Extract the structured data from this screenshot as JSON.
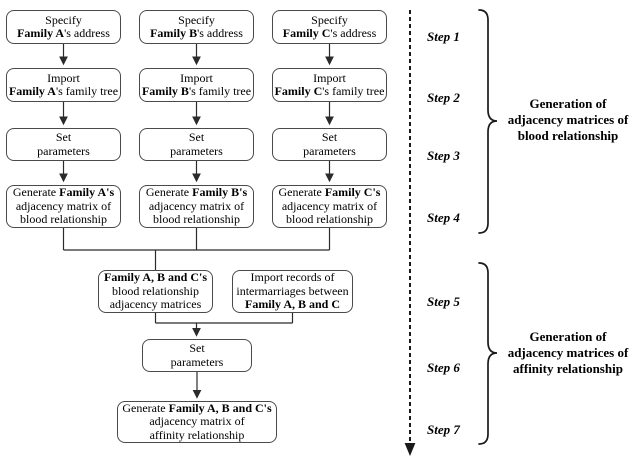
{
  "diagram": {
    "title_implicit": "Family adjacency matrix generation flowchart",
    "colors": {
      "background": "#ffffff",
      "box_border": "#4a4a4a",
      "line": "#2b2b2b",
      "text": "#000000"
    },
    "boxes": {
      "specify_a": {
        "l1": "Specify",
        "bold": "Family A",
        "rest": "'s address"
      },
      "specify_b": {
        "l1": "Specify",
        "bold": "Family B",
        "rest": "'s address"
      },
      "specify_c": {
        "l1": "Specify",
        "bold": "Family C",
        "rest": "'s address"
      },
      "import_a": {
        "l1": "Import",
        "bold": "Family A",
        "rest": "'s family tree"
      },
      "import_b": {
        "l1": "Import",
        "bold": "Family B",
        "rest": "'s family tree"
      },
      "import_c": {
        "l1": "Import",
        "bold": "Family C",
        "rest": "'s family tree"
      },
      "setparams_a": {
        "l1": "Set",
        "l2": "parameters"
      },
      "setparams_b": {
        "l1": "Set",
        "l2": "parameters"
      },
      "setparams_c": {
        "l1": "Set",
        "l2": "parameters"
      },
      "generate_a": {
        "pre": "Generate ",
        "bold": "Family A's",
        "l2": "adjacency matrix of",
        "l3": "blood relationship"
      },
      "generate_b": {
        "pre": "Generate ",
        "bold": "Family B's",
        "l2": "adjacency matrix of",
        "l3": "blood relationship"
      },
      "generate_c": {
        "pre": "Generate ",
        "bold": "Family C's",
        "l2": "adjacency matrix of",
        "l3": "blood relationship"
      },
      "merged_matrices": {
        "bold": "Family A, B and C's",
        "l2": "blood relationship",
        "l3": "adjacency matrices"
      },
      "import_records": {
        "l1": "Import records of",
        "l2": "intermarriages between",
        "bold": "Family A, B and C"
      },
      "setparams_final": {
        "l1": "Set",
        "l2": "parameters"
      },
      "generate_affinity": {
        "pre": "Generate ",
        "bold": "Family A, B and C's",
        "l2": "adjacency matrix of",
        "l3": "affinity relationship"
      }
    },
    "steps": [
      "Step 1",
      "Step 2",
      "Step 3",
      "Step 4",
      "Step 5",
      "Step 6",
      "Step 7"
    ],
    "groups": {
      "blood": {
        "l1": "Generation of",
        "l2": "adjacency matrices of",
        "l3": "blood relationship"
      },
      "affinity": {
        "l1": "Generation of",
        "l2": "adjacency matrices of",
        "l3": "affinity relationship"
      }
    }
  }
}
